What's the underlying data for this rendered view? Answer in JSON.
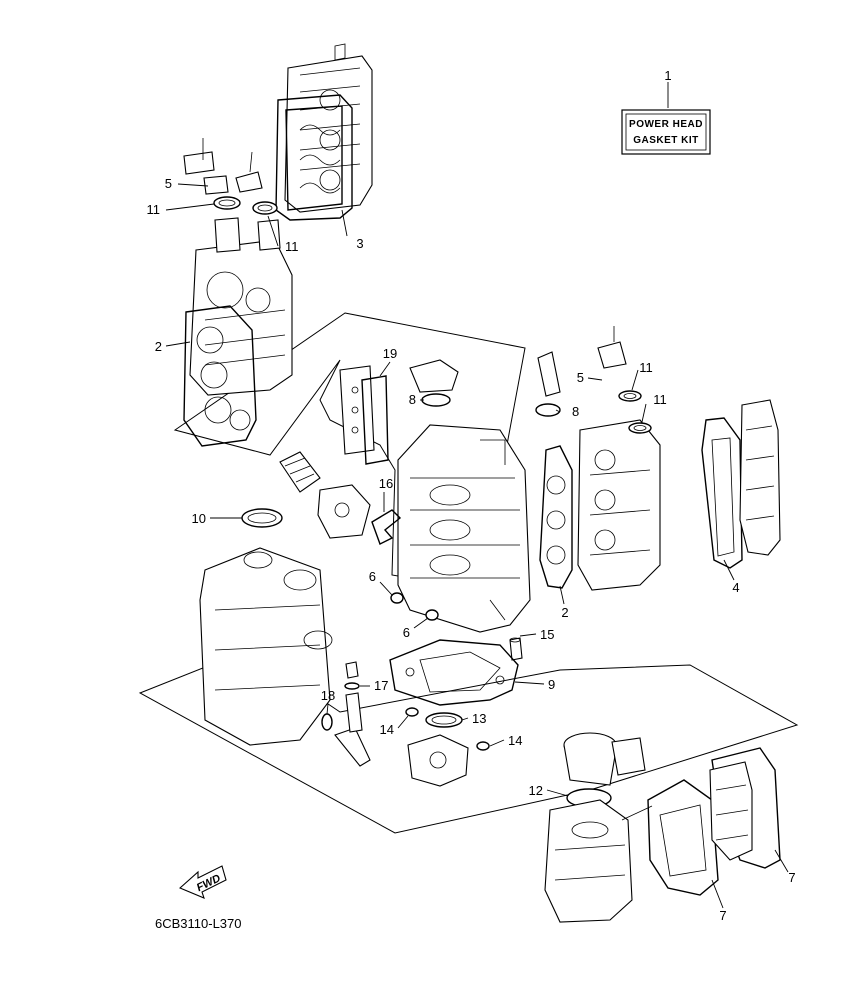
{
  "kit_box": {
    "line1": "POWER HEAD",
    "line2": "GASKET KIT"
  },
  "diagram_code": "6CB3110-L370",
  "fwd_label": "FWD",
  "callouts": {
    "c1": "1",
    "c2a": "2",
    "c2b": "2",
    "c3": "3",
    "c4": "4",
    "c5a": "5",
    "c5b": "5",
    "c6a": "6",
    "c6b": "6",
    "c7a": "7",
    "c7b": "7",
    "c8a": "8",
    "c8b": "8",
    "c9": "9",
    "c10": "10",
    "c11a": "11",
    "c11b": "11",
    "c11c": "11",
    "c11d": "11",
    "c12": "12",
    "c13": "13",
    "c14a": "14",
    "c14b": "14",
    "c15": "15",
    "c16": "16",
    "c17": "17",
    "c18": "18",
    "c19": "19"
  }
}
